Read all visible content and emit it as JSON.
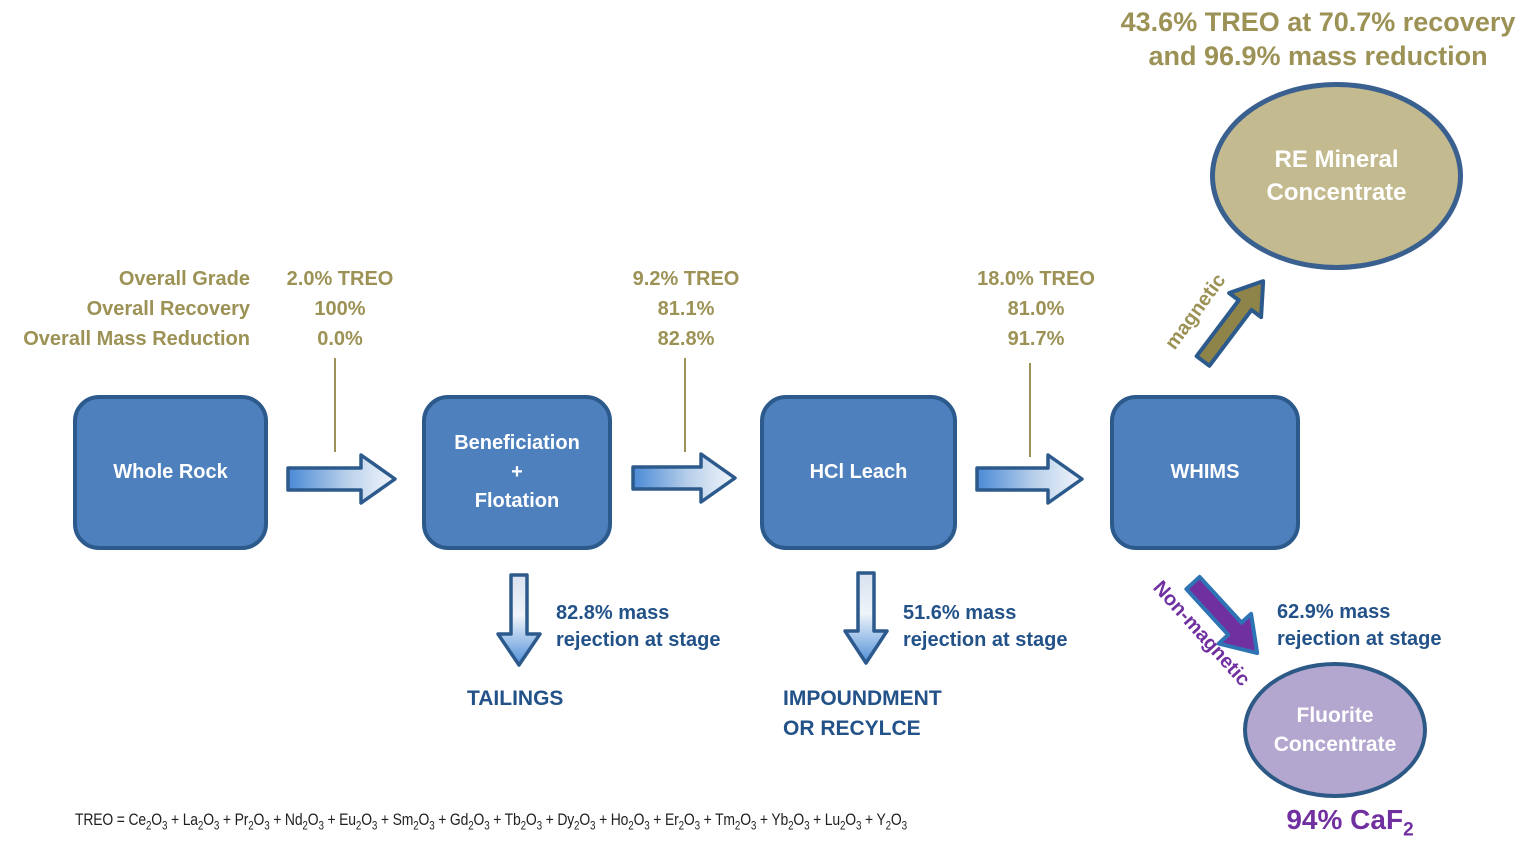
{
  "title": {
    "line1": "43.6% TREO at 70.7% recovery",
    "line2": "and 96.9% mass reduction"
  },
  "overall_labels": {
    "grade": "Overall Grade",
    "recovery": "Overall Recovery",
    "mass_reduction": "Overall Mass Reduction"
  },
  "stage_stats": [
    {
      "grade": "2.0% TREO",
      "recovery": "100%",
      "mass_reduction": "0.0%"
    },
    {
      "grade": "9.2% TREO",
      "recovery": "81.1%",
      "mass_reduction": "82.8%"
    },
    {
      "grade": "18.0% TREO",
      "recovery": "81.0%",
      "mass_reduction": "91.7%"
    }
  ],
  "process": [
    {
      "lines": [
        "Whole Rock"
      ]
    },
    {
      "lines": [
        "Beneficiation",
        "+",
        "Flotation"
      ]
    },
    {
      "lines": [
        "HCl Leach"
      ]
    },
    {
      "lines": [
        "WHIMS"
      ]
    }
  ],
  "outputs": {
    "re_mineral": {
      "lines": [
        "RE Mineral",
        "Concentrate"
      ]
    },
    "fluorite": {
      "lines": [
        "Fluorite",
        "Concentrate"
      ],
      "purity_text": "94% CaF",
      "purity_sub": "2"
    }
  },
  "rejections": {
    "beneficiation": {
      "stat_line1": "82.8% mass",
      "stat_line2": "rejection at stage",
      "label": "TAILINGS"
    },
    "hcl_leach": {
      "stat_line1": "51.6% mass",
      "stat_line2": "rejection at stage",
      "label_line1": "IMPOUNDMENT",
      "label_line2": "OR RECYLCE"
    },
    "whims": {
      "stat_line1": "62.9% mass",
      "stat_line2": "rejection at stage"
    }
  },
  "branch_labels": {
    "magnetic": "magnetic",
    "non_magnetic": "Non-magnetic"
  },
  "formula": {
    "prefix": "TREO =",
    "elements": [
      "Ce",
      "La",
      "Pr",
      "Nd",
      "Eu",
      "Sm",
      "Gd",
      "Tb",
      "Dy",
      "Ho",
      "Er",
      "Tm",
      "Yb",
      "Lu",
      "Y"
    ],
    "cation_subscript": "2",
    "oxygen": "O",
    "oxygen_subscript": "3",
    "separator": "+"
  },
  "colors": {
    "olive_text": "#9c9256",
    "olive_arrow": "#8e8449",
    "box_fill": "#4d80bd",
    "box_border": "#2d5a8c",
    "dark_blue_text": "#235289",
    "purple": "#7030a0",
    "nonmagnetic_border": "#2e74b5",
    "re_ellipse_fill": "#c3ba8f",
    "fluorite_ellipse_fill": "#b3a7cf"
  }
}
